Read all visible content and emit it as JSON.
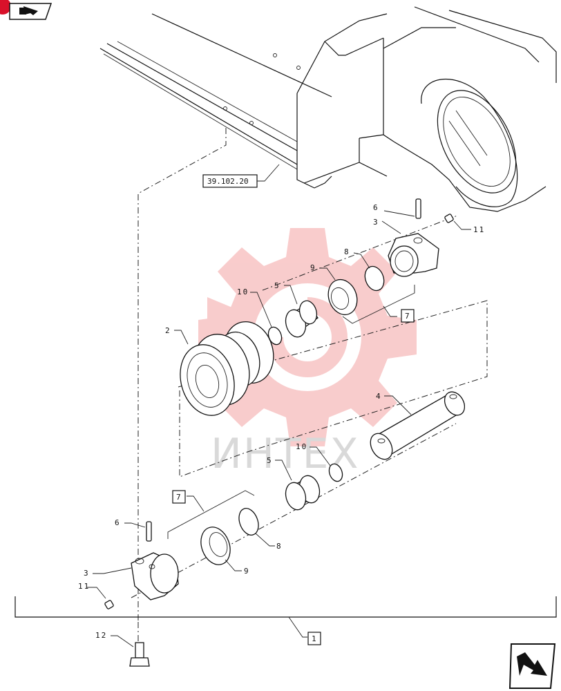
{
  "reference_box": "39.102.20",
  "watermark_text": "ИНТЕХ",
  "callouts": {
    "c1": "1",
    "c2": "2",
    "c3a": "3",
    "c3b": "3",
    "c4": "4",
    "c5a": "5",
    "c5b": "5",
    "c6a": "6",
    "c6b": "6",
    "c7a": "7",
    "c7b": "7",
    "c8a": "8",
    "c8b": "8",
    "c9a": "9",
    "c9b": "9",
    "c10a": "10",
    "c10b": "10",
    "c11a": "11",
    "c11b": "11",
    "c12": "12"
  },
  "icons": {
    "top_nav": "previous-page-arrow-icon",
    "bottom_nav": "next-page-arrow-icon"
  },
  "colors": {
    "watermark_red": "#f4a3a3",
    "nav_badge": "#d9112a",
    "line": "#111111"
  }
}
